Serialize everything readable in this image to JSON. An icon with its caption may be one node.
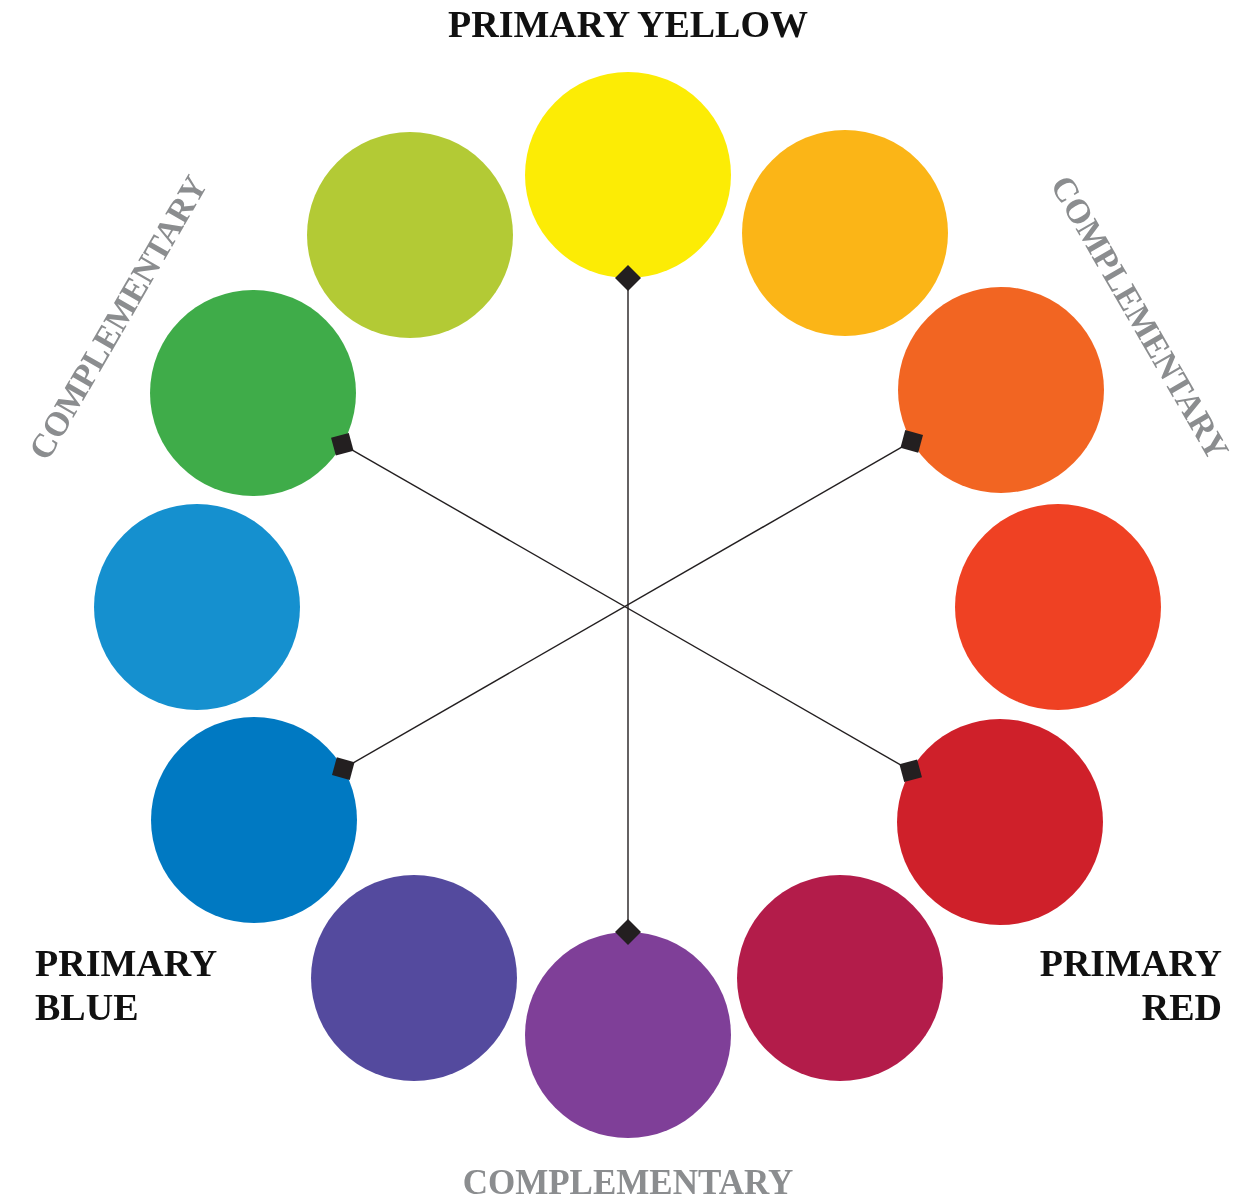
{
  "diagram": {
    "nodes": [
      {
        "text": [],
        "shape": "circle",
        "beside": [
          "PRIMARY YELLOW"
        ]
      },
      {
        "text": [],
        "shape": "circle"
      },
      {
        "text": [],
        "shape": "circle"
      },
      {
        "text": [],
        "shape": "circle",
        "beside": [
          "COMPLEMENTARY"
        ]
      },
      {
        "text": [],
        "shape": "circle",
        "beside": [
          "COMPLEMENTARY"
        ]
      },
      {
        "text": [],
        "shape": "circle"
      },
      {
        "text": [],
        "shape": "circle"
      },
      {
        "text": [],
        "shape": "circle",
        "beside": [
          "PRIMARY BLUE"
        ]
      },
      {
        "text": [],
        "shape": "circle",
        "beside": [
          "PRIMARY RED"
        ]
      },
      {
        "text": [],
        "shape": "circle"
      },
      {
        "text": [],
        "shape": "circle"
      },
      {
        "text": [],
        "shape": "circle",
        "beside": [
          "COMPLEMENTARY"
        ]
      }
    ],
    "edges": [
      {
        "from": 0,
        "to": 11,
        "arrow": "other"
      },
      {
        "from": 3,
        "to": 8,
        "arrow": "other"
      },
      {
        "from": 4,
        "to": 7,
        "arrow": "other"
      }
    ]
  }
}
